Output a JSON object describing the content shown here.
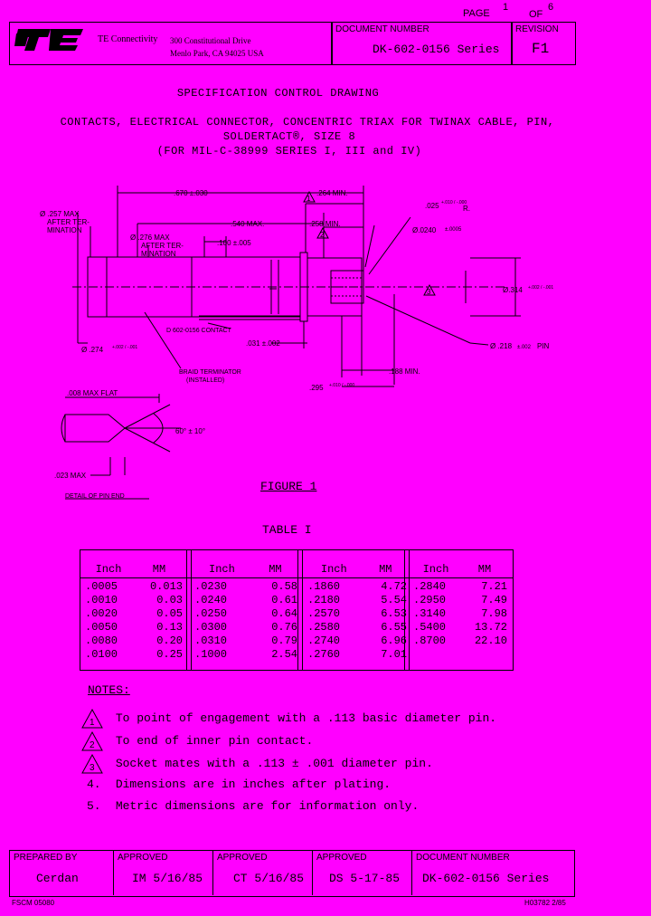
{
  "header": {
    "page_label": "PAGE",
    "page_num": "1",
    "of_label": "OF",
    "of_num": "6",
    "company_name": "TE Connectivity",
    "company_addr1": "300 Constitutional Drive",
    "company_addr2": "Menlo Park, CA 94025 USA",
    "doc_num_label": "DOCUMENT NUMBER",
    "doc_num": "DK-602-0156 Series",
    "revision_label": "REVISION",
    "revision": "F1"
  },
  "title": {
    "line1": "SPECIFICATION CONTROL DRAWING",
    "line2": "CONTACTS, ELECTRICAL CONNECTOR, CONCENTRIC TRIAX FOR TWINAX CABLE, PIN,",
    "line3": "SOLDERTACT®, SIZE 8",
    "line4": "(FOR MIL-C-38999 SERIES I, III and IV)"
  },
  "drawing": {
    "dim_670": ".670 ±.030",
    "dim_264": ".264 MIN.",
    "dim_257": "Ø .257 MAX",
    "dim_257b": "AFTER TER-",
    "dim_257c": "MINATION",
    "dim_540": ".540 MAX.",
    "dim_258": ".258 MIN.",
    "dim_025": ".025",
    "dim_025tol": "+.010 / -.000",
    "dim_025suf": "R.",
    "dim_0240": "Ø.0240",
    "dim_0240tol": "±.0005",
    "dim_276": "Ø .276 MAX",
    "dim_276b": "AFTER TER-",
    "dim_276c": "MINATION",
    "dim_100": ".100 ±.005",
    "dim_314": "Ø.314",
    "dim_314tol": "+.002 / -.001",
    "contact_label": "D 602-0156 CONTACT",
    "dim_031": ".031 ±.002",
    "dim_274": "Ø .274",
    "dim_274tol": "+.002 / -.001",
    "braid_label1": "BRAID TERMINATOR",
    "braid_label2": "(INSTALLED)",
    "dim_188": ".188 MIN.",
    "dim_295": ".295",
    "dim_295tol": "+.010 / -.000",
    "dim_218": "Ø .218",
    "dim_218tol": "±.002",
    "dim_218suf": "PIN",
    "flat_label": ".008 MAX FLAT",
    "angle_label": "60° ± 10°",
    "dim_023": ".023 MAX",
    "detail_label": "DETAIL OF PIN END",
    "figure_label": "FIGURE 1"
  },
  "table": {
    "title": "TABLE I",
    "col_inch": "Inch",
    "col_mm": "MM",
    "groups": [
      [
        [
          ".0005",
          "0.013"
        ],
        [
          ".0010",
          "0.03"
        ],
        [
          ".0020",
          "0.05"
        ],
        [
          ".0050",
          "0.13"
        ],
        [
          ".0080",
          "0.20"
        ],
        [
          ".0100",
          "0.25"
        ]
      ],
      [
        [
          ".0230",
          "0.58"
        ],
        [
          ".0240",
          "0.61"
        ],
        [
          ".0250",
          "0.64"
        ],
        [
          ".0300",
          "0.76"
        ],
        [
          ".0310",
          "0.79"
        ],
        [
          ".1000",
          "2.54"
        ]
      ],
      [
        [
          ".1860",
          "4.72"
        ],
        [
          ".2180",
          "5.54"
        ],
        [
          ".2570",
          "6.53"
        ],
        [
          ".2580",
          "6.55"
        ],
        [
          ".2740",
          "6.96"
        ],
        [
          ".2760",
          "7.01"
        ]
      ],
      [
        [
          ".2840",
          "7.21"
        ],
        [
          ".2950",
          "7.49"
        ],
        [
          ".3140",
          "7.98"
        ],
        [
          ".5400",
          "13.72"
        ],
        [
          ".8700",
          "22.10"
        ],
        [
          "",
          ""
        ]
      ]
    ]
  },
  "notes": {
    "heading": "NOTES:",
    "items": [
      {
        "mark": "1",
        "text": "To point of engagement with a .113 basic diameter pin."
      },
      {
        "mark": "2",
        "text": "To end of inner pin contact."
      },
      {
        "mark": "3",
        "text": "Socket mates with a .113 ± .001 diameter pin."
      },
      {
        "mark": "4.",
        "text": "Dimensions are in inches after plating."
      },
      {
        "mark": "5.",
        "text": "Metric dimensions are for information only."
      }
    ]
  },
  "footer": {
    "prepared_label": "PREPARED BY",
    "prepared_value": "Cerdan",
    "approved1_label": "APPROVED",
    "approved1_value": "IM 5/16/85",
    "approved2_label": "APPROVED",
    "approved2_value": "CT 5/16/85",
    "approved3_label": "APPROVED",
    "approved3_value": "DS 5-17-85",
    "doc_label": "DOCUMENT NUMBER",
    "doc_value": "DK-602-0156 Series",
    "form_left": "FSCM 05080",
    "form_right": "H03782  2/85"
  }
}
